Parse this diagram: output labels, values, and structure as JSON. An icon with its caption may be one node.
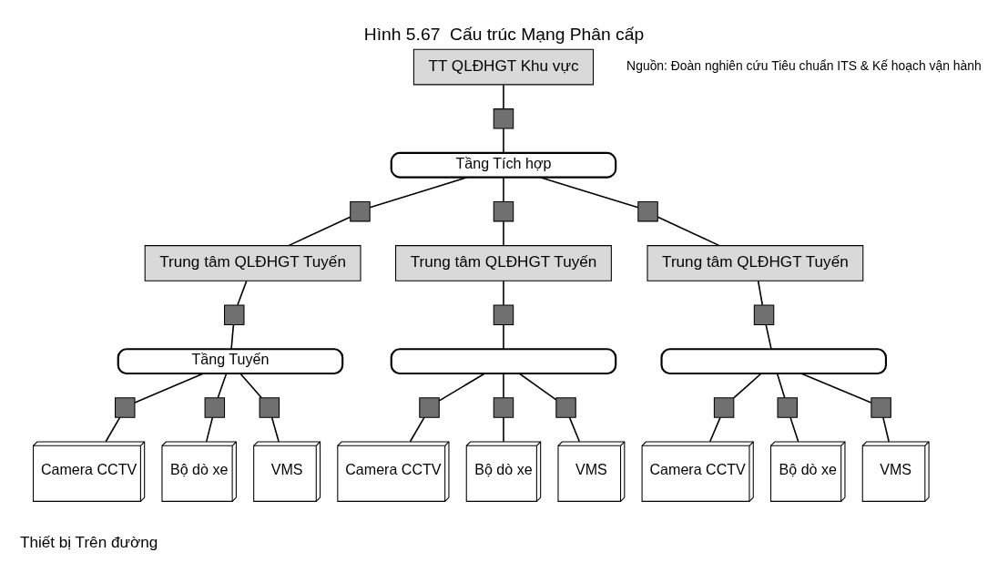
{
  "diagram": {
    "title": "Hình 5.67  Cấu trúc Mạng Phân cấp",
    "nodes": [
      {
        "text": [
          "TT QLĐHGT Khu vực"
        ]
      },
      {
        "text": [
          "Tầng Tích hợp"
        ]
      },
      {
        "text": [],
        "shape": "box"
      },
      {
        "text": [],
        "shape": "box"
      },
      {
        "text": [],
        "shape": "box"
      },
      {
        "text": [],
        "shape": "box"
      },
      {
        "text": [
          "Trung tâm QLĐHGT Tuyến"
        ]
      },
      {
        "text": [],
        "shape": "box"
      },
      {
        "text": [
          "Tầng Tuyến"
        ]
      },
      {
        "text": [],
        "shape": "box"
      },
      {
        "text": [],
        "shape": "box"
      },
      {
        "text": [],
        "shape": "box"
      },
      {
        "text": [
          "Camera CCTV"
        ]
      },
      {
        "text": [
          "Bộ dò xe"
        ]
      },
      {
        "text": [
          "VMS"
        ]
      },
      {
        "text": [
          "Trung tâm QLĐHGT Tuyến"
        ]
      },
      {
        "text": [],
        "shape": "box"
      },
      {
        "text": [],
        "shape": "band"
      },
      {
        "text": [],
        "shape": "box"
      },
      {
        "text": [],
        "shape": "box"
      },
      {
        "text": [],
        "shape": "box"
      },
      {
        "text": [
          "Camera CCTV"
        ]
      },
      {
        "text": [
          "Bộ dò xe"
        ]
      },
      {
        "text": [
          "VMS"
        ]
      },
      {
        "text": [
          "Trung tâm QLĐHGT Tuyến"
        ]
      },
      {
        "text": [],
        "shape": "box"
      },
      {
        "text": [],
        "shape": "band"
      },
      {
        "text": [],
        "shape": "box"
      },
      {
        "text": [],
        "shape": "box"
      },
      {
        "text": [],
        "shape": "box"
      },
      {
        "text": [
          "Camera CCTV"
        ]
      },
      {
        "text": [
          "Bộ dò xe"
        ]
      },
      {
        "text": [
          "VMS"
        ]
      }
    ],
    "edges": [
      {
        "from": 0,
        "to": 2,
        "arrow": "none"
      },
      {
        "from": 2,
        "to": 1,
        "arrow": "none"
      },
      {
        "from": 1,
        "to": 3,
        "arrow": "none"
      },
      {
        "from": 1,
        "to": 4,
        "arrow": "none"
      },
      {
        "from": 1,
        "to": 5,
        "arrow": "none"
      },
      {
        "from": 3,
        "to": 6,
        "arrow": "none"
      },
      {
        "from": 4,
        "to": 15,
        "arrow": "none"
      },
      {
        "from": 5,
        "to": 24,
        "arrow": "none"
      },
      {
        "from": 6,
        "to": 7,
        "arrow": "none"
      },
      {
        "from": 7,
        "to": 8,
        "arrow": "none"
      },
      {
        "from": 8,
        "to": 9,
        "arrow": "none"
      },
      {
        "from": 8,
        "to": 10,
        "arrow": "none"
      },
      {
        "from": 8,
        "to": 11,
        "arrow": "none"
      },
      {
        "from": 9,
        "to": 12,
        "arrow": "none"
      },
      {
        "from": 10,
        "to": 13,
        "arrow": "none"
      },
      {
        "from": 11,
        "to": 14,
        "arrow": "none"
      },
      {
        "from": 15,
        "to": 16,
        "arrow": "none"
      },
      {
        "from": 16,
        "to": 17,
        "arrow": "none"
      },
      {
        "from": 17,
        "to": 18,
        "arrow": "none"
      },
      {
        "from": 17,
        "to": 19,
        "arrow": "none"
      },
      {
        "from": 17,
        "to": 20,
        "arrow": "none"
      },
      {
        "from": 18,
        "to": 21,
        "arrow": "none"
      },
      {
        "from": 19,
        "to": 22,
        "arrow": "none"
      },
      {
        "from": 20,
        "to": 23,
        "arrow": "none"
      },
      {
        "from": 24,
        "to": 25,
        "arrow": "none"
      },
      {
        "from": 25,
        "to": 26,
        "arrow": "none"
      },
      {
        "from": 26,
        "to": 27,
        "arrow": "none"
      },
      {
        "from": 26,
        "to": 28,
        "arrow": "none"
      },
      {
        "from": 26,
        "to": 29,
        "arrow": "none"
      },
      {
        "from": 27,
        "to": 30,
        "arrow": "none"
      },
      {
        "from": 28,
        "to": 31,
        "arrow": "none"
      },
      {
        "from": 29,
        "to": 32,
        "arrow": "none"
      }
    ],
    "labels": [
      "Nguồn: Đoàn nghiên cứu Tiêu chuẩn ITS & Kế hoạch vận hành",
      "Thiết bị Trên đường"
    ]
  }
}
